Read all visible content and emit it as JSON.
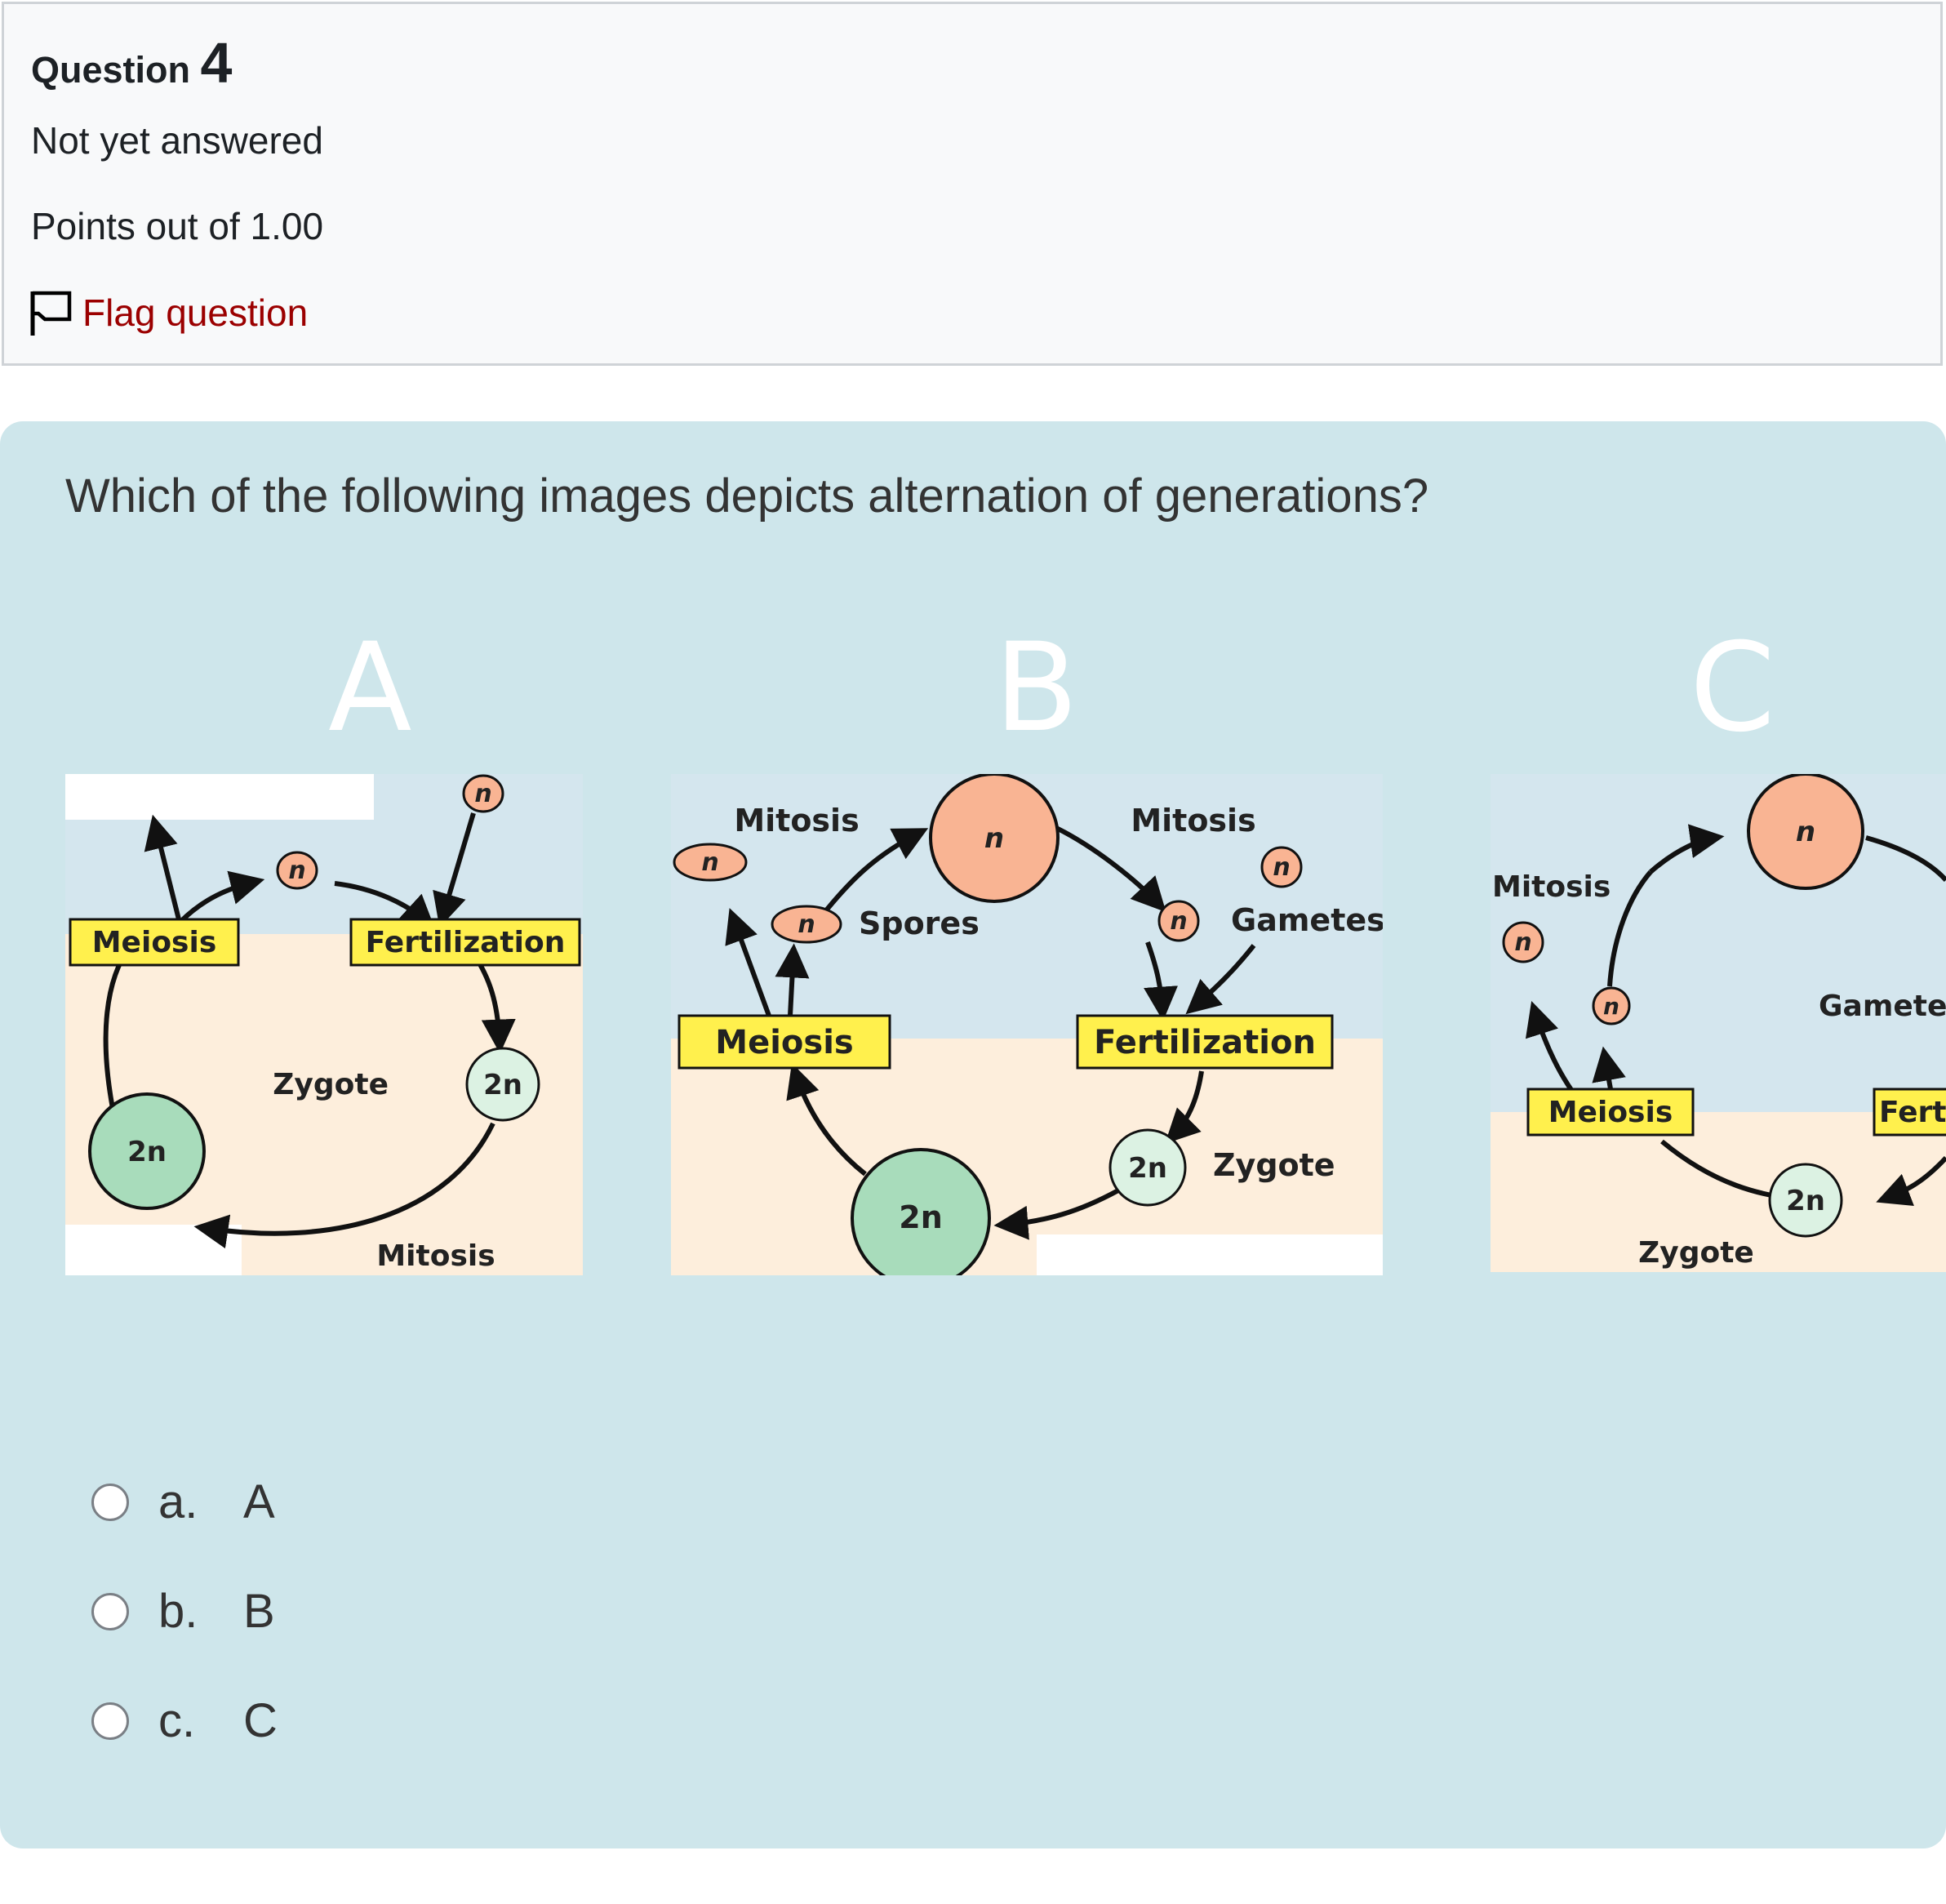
{
  "question": {
    "label": "Question",
    "number": "4",
    "state": "Not yet answered",
    "grade": "Points out of 1.00",
    "flag_label": "Flag question"
  },
  "prompt": "Which of the following images depicts alternation of generations?",
  "figure": {
    "panel_labels": [
      "A",
      "B",
      "C"
    ],
    "diagram_a": {
      "meiosis": "Meiosis",
      "fertilization": "Fertilization",
      "zygote": "Zygote",
      "mitosis": "Mitosis",
      "haploid": "n",
      "diploid_zygote": "2n",
      "diploid_adult": "2n"
    },
    "diagram_b": {
      "mitosis_left": "Mitosis",
      "mitosis_right": "Mitosis",
      "spores": "Spores",
      "gametes": "Gametes",
      "meiosis": "Meiosis",
      "fertilization": "Fertilization",
      "zygote": "Zygote",
      "haploid": "n",
      "diploid": "2n"
    },
    "diagram_c": {
      "mitosis": "Mitosis",
      "gametes": "Gametes",
      "meiosis": "Meiosis",
      "fertilization": "Fert",
      "zygote": "Zygote",
      "haploid": "n",
      "diploid": "2n"
    },
    "colors": {
      "haploid_fill": "#f9b493",
      "diploid_fill": "#a8dcbb",
      "zygote_fill": "#dcf2e3",
      "label_fill": "#fff04d",
      "top_zone": "#d4e6ee",
      "bottom_zone": "#fdeedc"
    }
  },
  "options": [
    {
      "letter": "a.",
      "text": "A"
    },
    {
      "letter": "b.",
      "text": "B"
    },
    {
      "letter": "c.",
      "text": "C"
    }
  ]
}
